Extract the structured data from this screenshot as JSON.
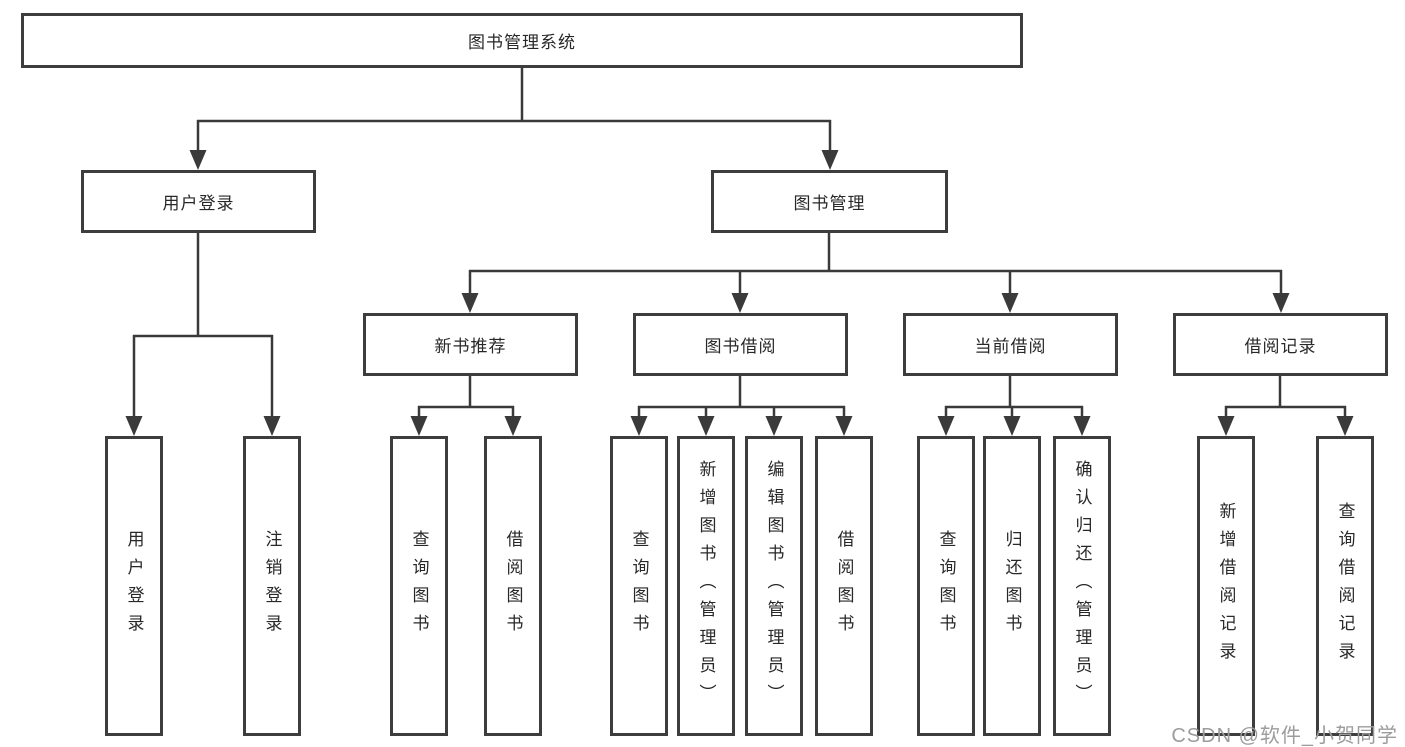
{
  "diagram": {
    "root": {
      "label": "图书管理系统"
    },
    "branches": [
      {
        "label": "用户登录",
        "children": [
          {
            "label": "用户登录"
          },
          {
            "label": "注销登录"
          }
        ]
      },
      {
        "label": "图书管理",
        "children": [
          {
            "label": "新书推荐",
            "children": [
              {
                "label": "查询图书"
              },
              {
                "label": "借阅图书"
              }
            ]
          },
          {
            "label": "图书借阅",
            "children": [
              {
                "label": "查询图书"
              },
              {
                "label": "新增图书（管理员）"
              },
              {
                "label": "编辑图书（管理员）"
              },
              {
                "label": "借阅图书"
              }
            ]
          },
          {
            "label": "当前借阅",
            "children": [
              {
                "label": "查询图书"
              },
              {
                "label": "归还图书"
              },
              {
                "label": "确认归还（管理员）"
              }
            ]
          },
          {
            "label": "借阅记录",
            "children": [
              {
                "label": "新增借阅记录"
              },
              {
                "label": "查询借阅记录"
              }
            ]
          }
        ]
      }
    ]
  },
  "watermark": {
    "text": "CSDN @软件_小贺同学"
  },
  "style": {
    "line_color": "#3a3a3a",
    "border_color": "#3d3d3d",
    "text_color": "#282828",
    "watermark_color": "#9c9c9c"
  }
}
